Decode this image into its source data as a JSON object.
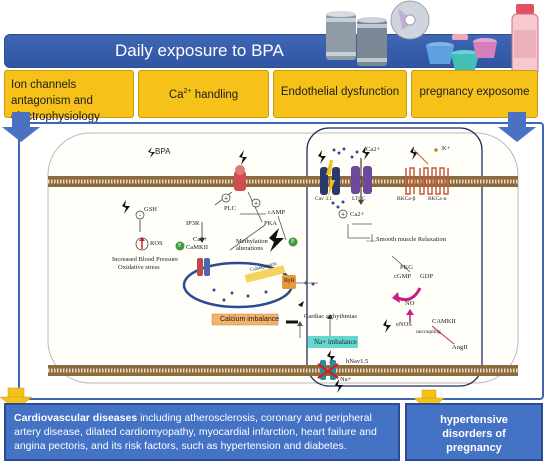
{
  "header": {
    "title": "Daily exposure to BPA"
  },
  "topics": [
    "Ion channels antagonism and electrophysiology",
    "Ca2+ handling",
    "Endothelial dysfunction",
    "pregnancy exposome"
  ],
  "topic_ca": {
    "prefix": "Ca",
    "sup": "2+",
    "suffix": " handling"
  },
  "diagram": {
    "bpa": "BPA",
    "gsh": "GSH",
    "ros": "ROS",
    "ros_effects_1": "Increased Blood Pressure",
    "ros_effects_2": "Oxidative stress",
    "plc": "PLC",
    "ip3r": "IP3R",
    "pka": "PKA",
    "camp": "cAMP",
    "ca2_left": "Ca2+",
    "camkii_left": "CaMKII",
    "p1": "P",
    "p2": "P",
    "methylation": "Methylation alterations",
    "calsequestrin": "Calsequestrin",
    "ryr": "RyR",
    "calcium_imbalance": "Calcium imbalance",
    "cardiac_arrhythmias": "Cardiac arrhythmias",
    "na_imbalance": "Na+ imbalance",
    "hnav15": "hNav1.5",
    "na": "Na+",
    "cav": "Cav 3.1",
    "ltcc": "LTCC",
    "ca2_channel": "Ca2+",
    "bkca_b": "BKCa-β",
    "bkca_a": "BKCa-α",
    "k": "K+",
    "ca2_mid": "Ca2+",
    "smooth_relax": "Smooth muscle Relaxation",
    "pkg": "PKG",
    "cgmp": "cGMP",
    "gdp": "GDP",
    "no": "NO",
    "enos": "eNOS",
    "camkii_right": "CAMKII",
    "uncoupling": "uncoupling",
    "angii": "AngII"
  },
  "bottom_left": {
    "bold": "Cardiovascular diseases",
    "text": " including atherosclerosis, coronary and peripheral artery disease, dilated cardiomyopathy, myocardial infarction, heart failure and angina pectoris, and its risk factors, such as hypertension and diabetes."
  },
  "bottom_right": {
    "text": "hypertensive disorders of pregnancy"
  },
  "colors": {
    "blue": "#4472c4",
    "yellow": "#f6c21a",
    "orange": "#f5b06c",
    "teal": "#64d8cc"
  }
}
